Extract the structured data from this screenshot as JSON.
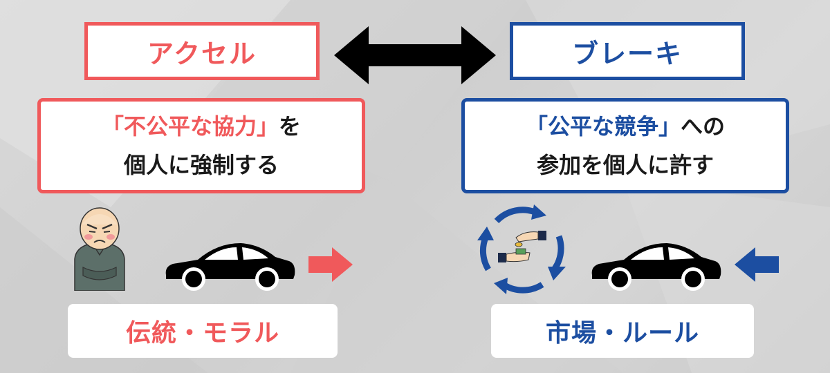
{
  "colors": {
    "red": "#f0595b",
    "blue": "#1c4ea1",
    "black": "#000000",
    "box_bg": "#ffffff"
  },
  "accel": {
    "title": "アクセル",
    "desc_line1_quote": "「不公平な協力」",
    "desc_line1_rest": "を",
    "desc_line2": "個人に強制する",
    "label": "伝統・モラル"
  },
  "brake": {
    "title": "ブレーキ",
    "desc_line1_quote": "「公平な競争」",
    "desc_line1_rest": "への",
    "desc_line2": "参加を個人に許す",
    "label": "市場・ルール"
  },
  "icons": {
    "double_arrow": "left-right-arrow",
    "old_man": "grumpy-old-man-illustration",
    "car": "car-icon",
    "cycle": "money-exchange-cycle-icon",
    "accel_arrow": "right-arrow",
    "brake_arrow": "left-arrow"
  }
}
